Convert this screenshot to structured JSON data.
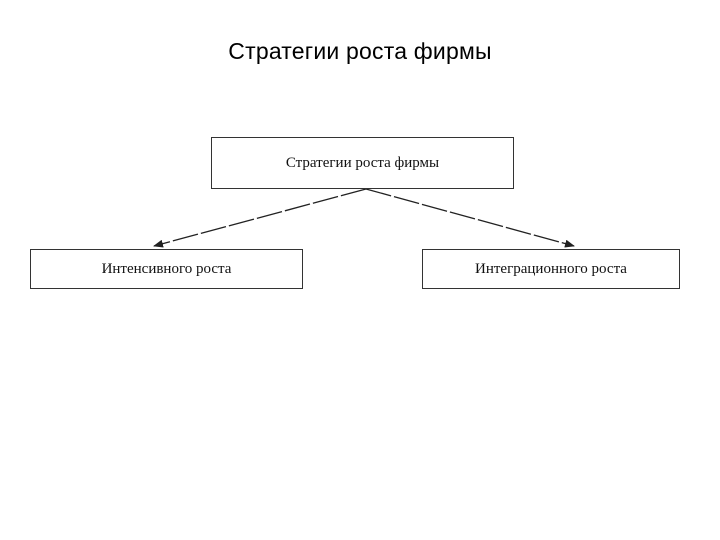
{
  "slide": {
    "title": "Стратегии роста фирмы"
  },
  "diagram": {
    "root": {
      "label": "Стратегии роста фирмы"
    },
    "children": [
      {
        "label": "Интенсивного роста"
      },
      {
        "label": "Интеграционного роста"
      }
    ]
  },
  "colors": {
    "background": "#ffffff",
    "text": "#000000",
    "border": "#333333",
    "connector": "#222222"
  }
}
